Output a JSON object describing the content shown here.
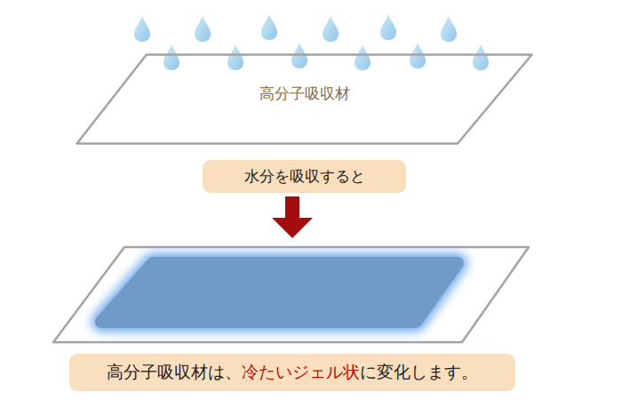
{
  "diagram": {
    "nodes": [
      {
        "text": [
          "高分子吸収材"
        ]
      },
      {
        "text": [
          "水分を吸収すると"
        ]
      },
      {
        "text": [
          "高分子吸収材は、",
          "冷たいジェル状",
          "に変化します。"
        ]
      }
    ]
  }
}
